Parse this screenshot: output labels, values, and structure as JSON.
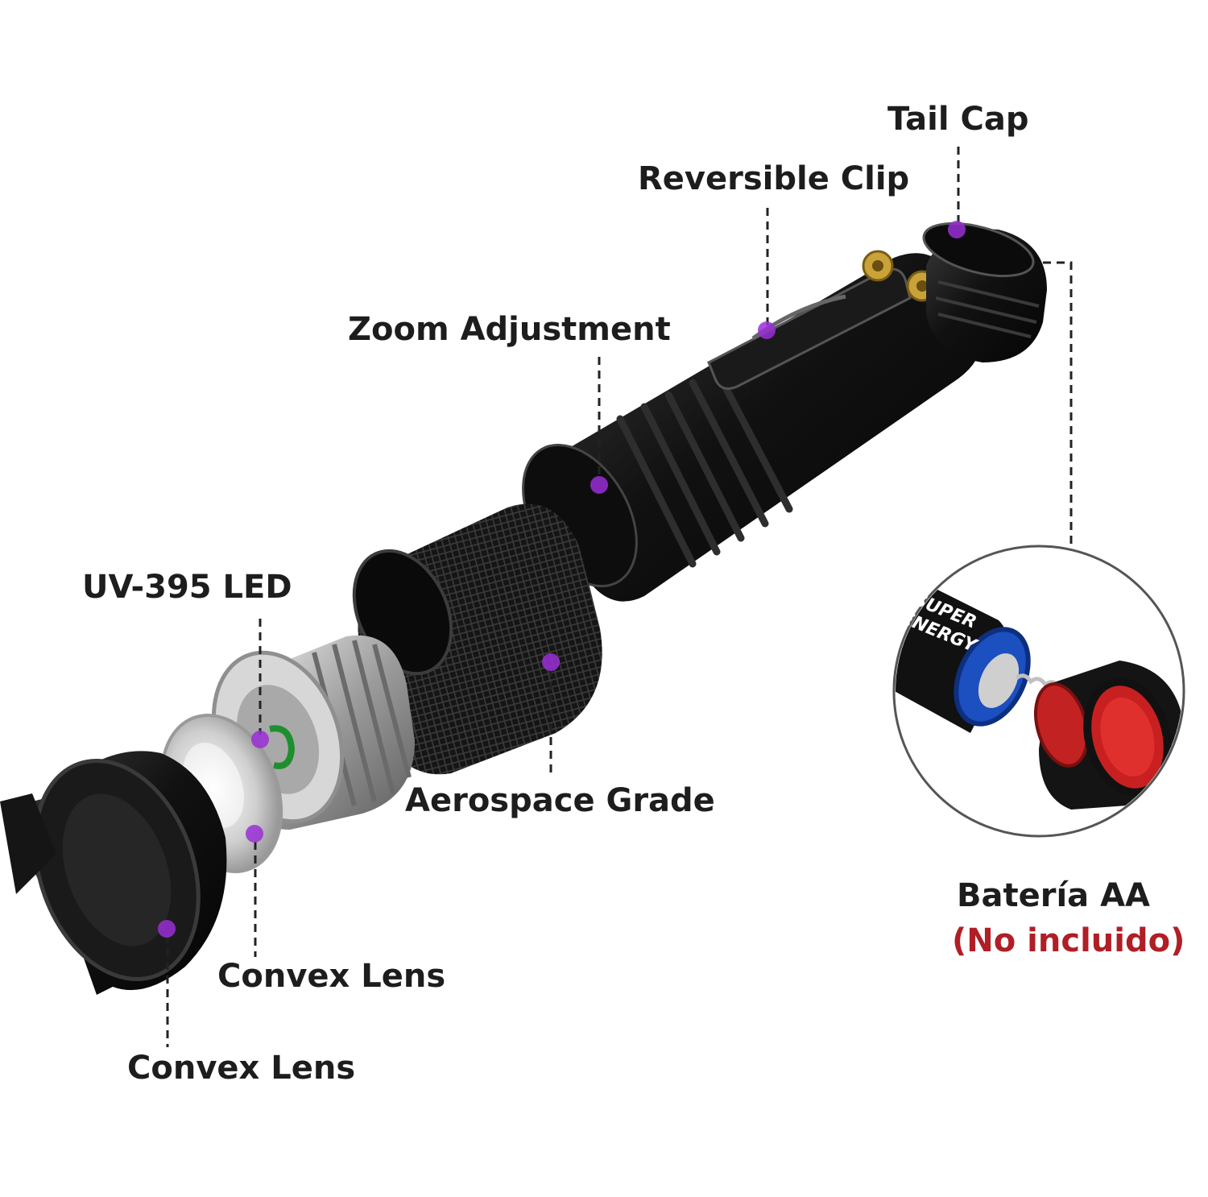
{
  "labels": {
    "tail_cap": "Tail Cap",
    "reversible_clip": "Reversible Clip",
    "zoom_adjustment": "Zoom Adjustment",
    "uv_led": "UV-395 LED",
    "aerospace_grade": "Aerospace Grade",
    "convex_lens_inner": "Convex Lens",
    "convex_lens_outer": "Convex Lens",
    "battery": "Batería AA",
    "battery_note": "(No incluido)"
  },
  "battery_print": {
    "line1": "SUPER",
    "line2": "ENERGY"
  },
  "colors": {
    "marker": "#9a2fd6",
    "text": "#1d1d1d",
    "note": "#b01e26",
    "body": "#141414",
    "silver": "#bdbdbd"
  }
}
